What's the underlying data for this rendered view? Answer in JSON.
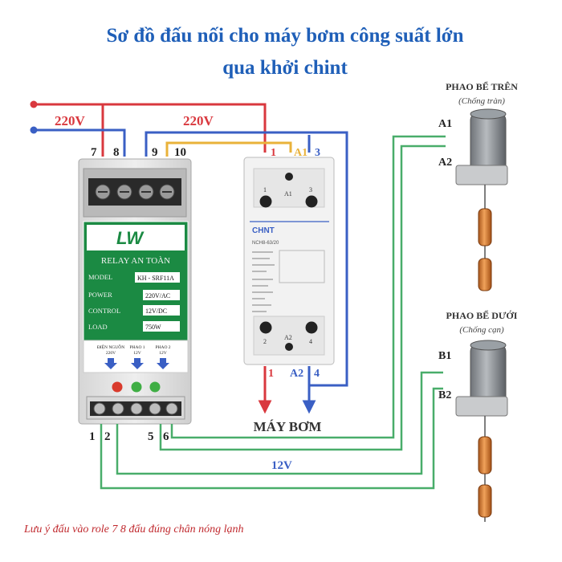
{
  "title": {
    "line1": "Sơ đồ đấu nối cho máy bơm công suất lớn",
    "line2": "qua khởi chint"
  },
  "colors": {
    "title": "#1f5fb8",
    "live": "#d9383e",
    "neutral": "#3a5fc4",
    "control_yellow": "#e9b23a",
    "low_voltage": "#49ad6a",
    "relay_green": "#1b8a43",
    "note": "#c0282d"
  },
  "wiring": {
    "supply_left": "220V",
    "supply_mid": "220V",
    "low_voltage": "12V",
    "pump_label": "MÁY BƠM"
  },
  "terminals": {
    "relay_top": [
      "7",
      "8",
      "9",
      "10"
    ],
    "relay_bottom": [
      "1",
      "2",
      "5",
      "6"
    ],
    "contactor_top": [
      "1",
      "A1",
      "3"
    ],
    "contactor_bottom": [
      "1",
      "A2",
      "4"
    ]
  },
  "relay": {
    "logo": "LW",
    "heading": "RELAY AN TOÀN",
    "rows": [
      {
        "label": "MODEL",
        "value": "KH - SRF11A"
      },
      {
        "label": "POWER",
        "value": "220V/AC"
      },
      {
        "label": "CONTROL",
        "value": "12V/DC"
      },
      {
        "label": "LOAD",
        "value": "750W"
      }
    ],
    "inputs": [
      {
        "line1": "ĐIỆN NGUỒN",
        "line2": "220V"
      },
      {
        "line1": "PHAO 1",
        "line2": "12V"
      },
      {
        "line1": "PHAO 2",
        "line2": "12V"
      }
    ]
  },
  "contactor": {
    "brand": "CHNT",
    "model": "NCH8-63/20",
    "coil_top": "A1",
    "coil_bottom": "A2",
    "pole_top": [
      "1",
      "3"
    ],
    "pole_bottom": [
      "2",
      "4"
    ]
  },
  "floats": {
    "upper": {
      "title": "PHAO BỂ TRÊN",
      "subtitle": "(Chống tràn)",
      "pins": [
        "A1",
        "A2"
      ]
    },
    "lower": {
      "title": "PHAO BỂ DƯỚI",
      "subtitle": "(Chống cạn)",
      "pins": [
        "B1",
        "B2"
      ]
    }
  },
  "note": "Lưu ý đấu vào role 7 8 đấu đúng chân nóng lạnh"
}
